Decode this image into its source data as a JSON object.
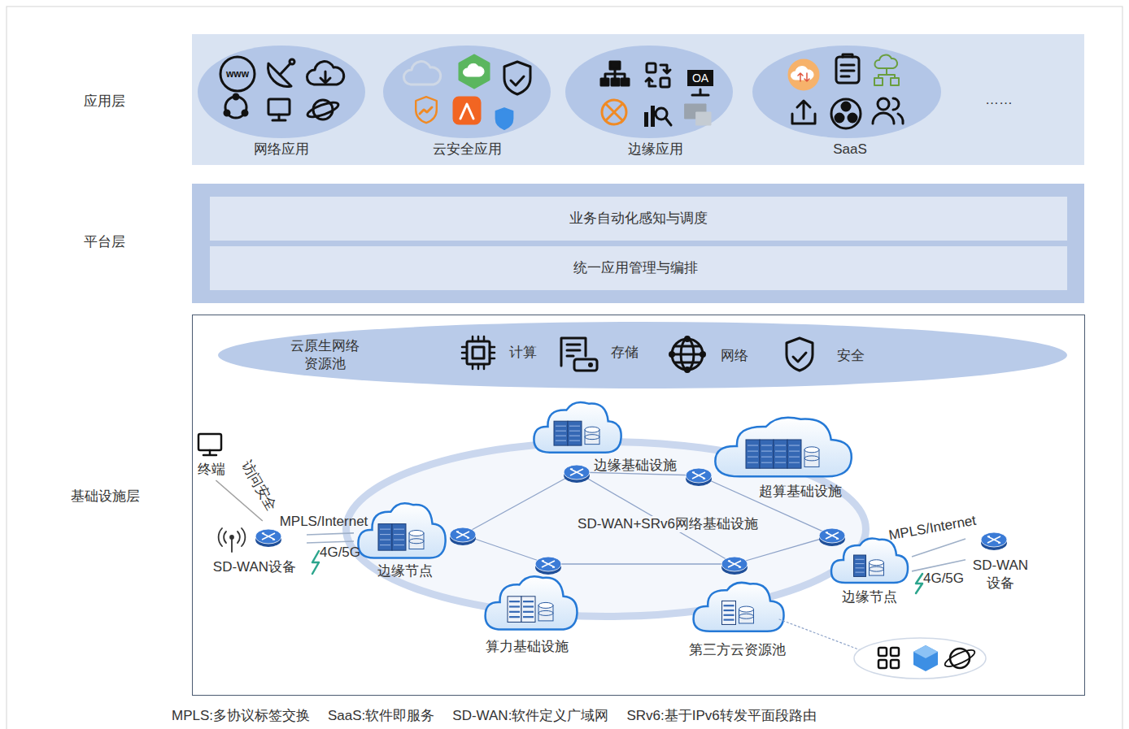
{
  "diagram": {
    "nodes": [
      {
        "text": [
          "应用层"
        ]
      },
      {
        "text": [
          "网络应用"
        ],
        "in": 0
      },
      {
        "text": [
          "云安全应用"
        ],
        "in": 0
      },
      {
        "text": [
          "边缘应用"
        ],
        "in": 0
      },
      {
        "text": [
          "SaaS"
        ],
        "in": 0
      },
      {
        "text": [
          "平台层"
        ]
      },
      {
        "text": [
          "业务自动化感知与调度"
        ],
        "in": 5
      },
      {
        "text": [
          "统一应用管理与编排"
        ],
        "in": 5
      },
      {
        "text": [
          "基础设施层"
        ]
      },
      {
        "text": [
          "云原生网络 资源池",
          "计算",
          "存储",
          "网络",
          "安全"
        ],
        "in": 8
      },
      {
        "text": [
          "SD-WAN+SRv6网络基础设施"
        ],
        "in": 8
      },
      {
        "text": [
          "边缘基础设施"
        ],
        "in": 8
      },
      {
        "text": [
          "超算基础设施"
        ],
        "in": 8
      },
      {
        "text": [
          "边缘节点"
        ],
        "in": 8
      },
      {
        "text": [
          "边缘节点"
        ],
        "in": 8
      },
      {
        "text": [
          "算力基础设施"
        ],
        "in": 8
      },
      {
        "text": [
          "第三方云资源池"
        ],
        "in": 8
      },
      {
        "text": [
          "终端"
        ],
        "in": 8
      },
      {
        "text": [
          "SD-WAN设备"
        ],
        "in": 8
      },
      {
        "text": [
          "SD-WAN 设备"
        ],
        "in": 8
      }
    ],
    "edges": [
      {
        "from": 17,
        "to": 18,
        "label": "访问安全",
        "arrow": "none"
      },
      {
        "from": 18,
        "to": 13,
        "label": "MPLS/Internet",
        "arrow": "none"
      },
      {
        "from": 18,
        "to": 13,
        "label": "4G/5G",
        "arrow": "none"
      },
      {
        "from": 14,
        "to": 19,
        "label": "MPLS/Internet",
        "arrow": "none"
      },
      {
        "from": 14,
        "to": 19,
        "label": "4G/5G",
        "arrow": "none"
      }
    ],
    "labels": [
      "……",
      "www",
      "OA",
      "MPLS:多协议标签交换",
      "SaaS:软件即服务",
      "SD-WAN:软件定义广域网",
      "SRv6:基于IPv6转发平面段路由"
    ]
  }
}
